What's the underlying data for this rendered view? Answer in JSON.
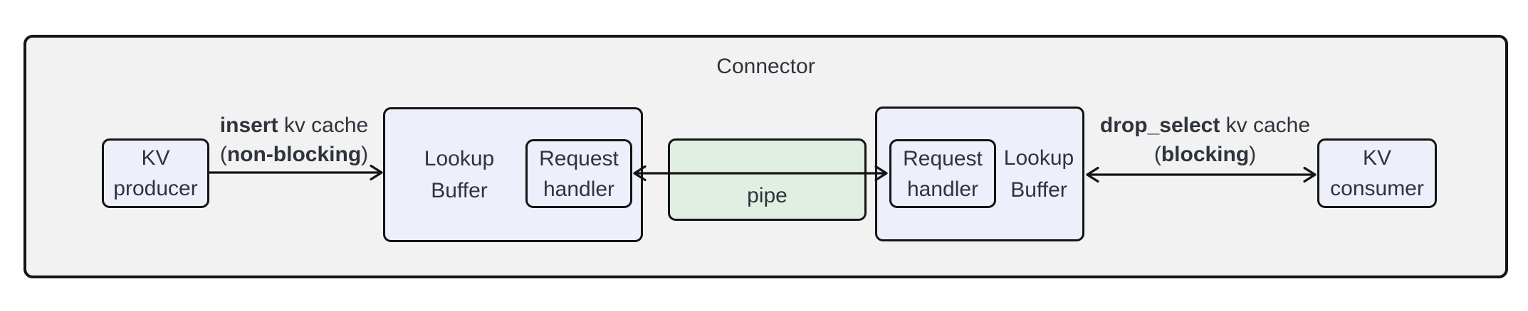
{
  "connector": {
    "title": "Connector"
  },
  "nodes": {
    "kv_producer": {
      "line1": "KV",
      "line2": "producer"
    },
    "lookup_buffer_left": {
      "line1": "Lookup",
      "line2": "Buffer"
    },
    "request_handler_left": {
      "line1": "Request",
      "line2": "handler"
    },
    "pipe": {
      "label": "pipe"
    },
    "request_handler_right": {
      "line1": "Request",
      "line2": "handler"
    },
    "lookup_buffer_right": {
      "line1": "Lookup",
      "line2": "Buffer"
    },
    "kv_consumer": {
      "line1": "KV",
      "line2": "consumer"
    }
  },
  "edges": {
    "insert": {
      "verb": "insert",
      "object": " kv cache",
      "open": "(",
      "mode": "non-blocking",
      "close": ")"
    },
    "drop_select": {
      "verb": "drop_select",
      "object": " kv cache",
      "open": "(",
      "mode": "blocking",
      "close": ")"
    }
  },
  "colors": {
    "container_fill": "#f2f2f2",
    "node_fill": "#edf0fa",
    "pipe_fill": "#e0efe2",
    "border": "#141414",
    "text": "#2e333c"
  }
}
